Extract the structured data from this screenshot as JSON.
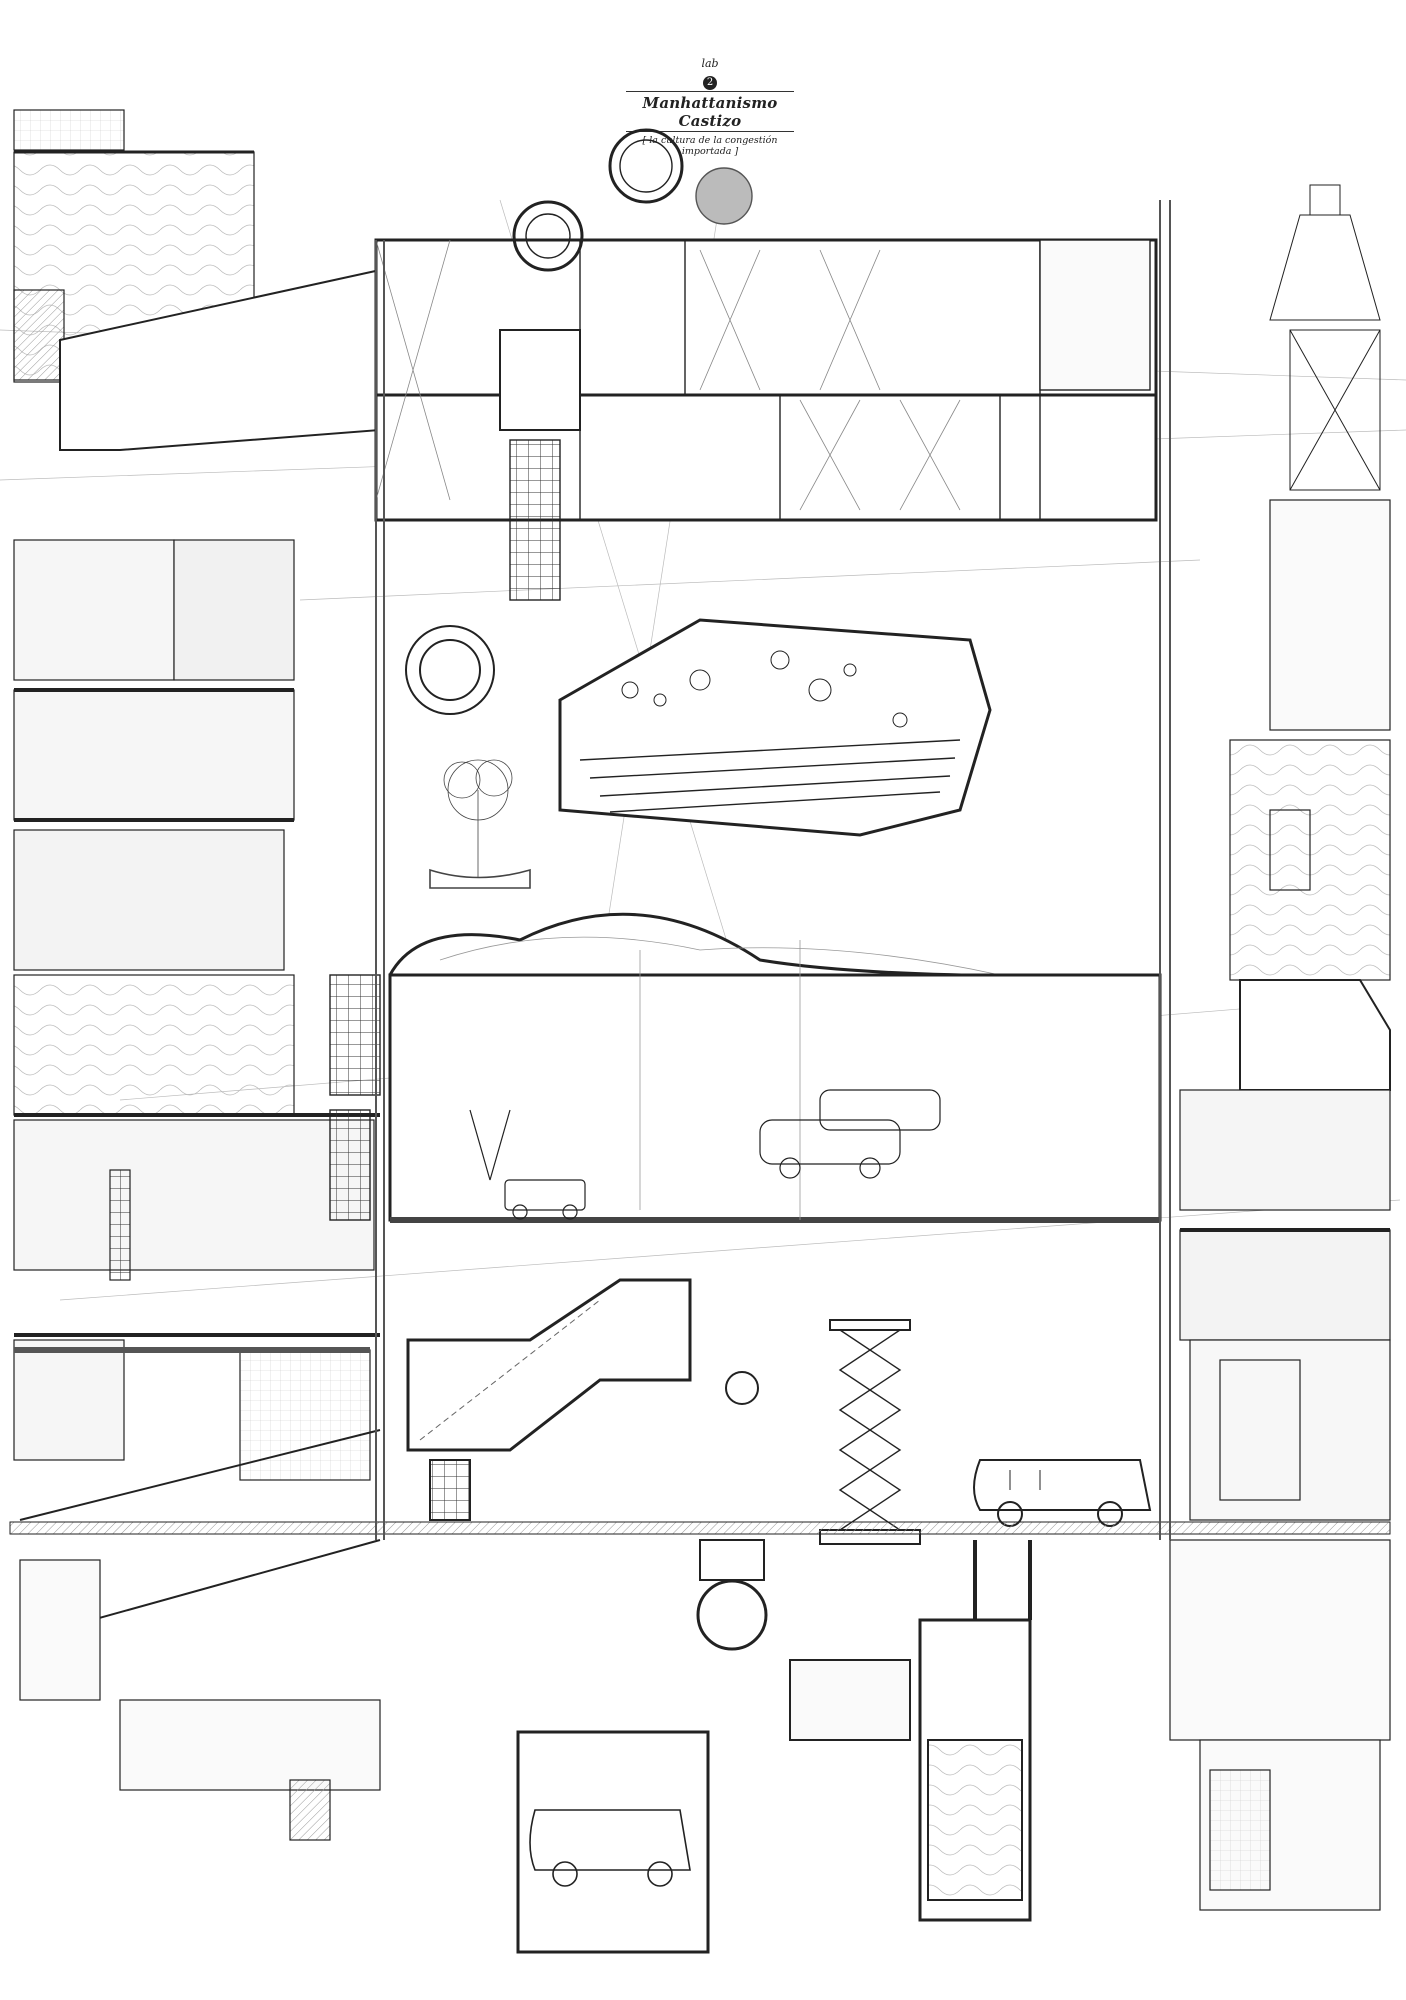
{
  "title_block": {
    "lab_label": "lab",
    "lab_number": "2",
    "title": "Manhattanismo Castizo",
    "subtitle": "[ la cultura de la congestión importada ]"
  },
  "colors": {
    "ink": "#222222",
    "light_ink": "#888888",
    "paper": "#ffffff",
    "hatch": "#aaaaaa"
  }
}
